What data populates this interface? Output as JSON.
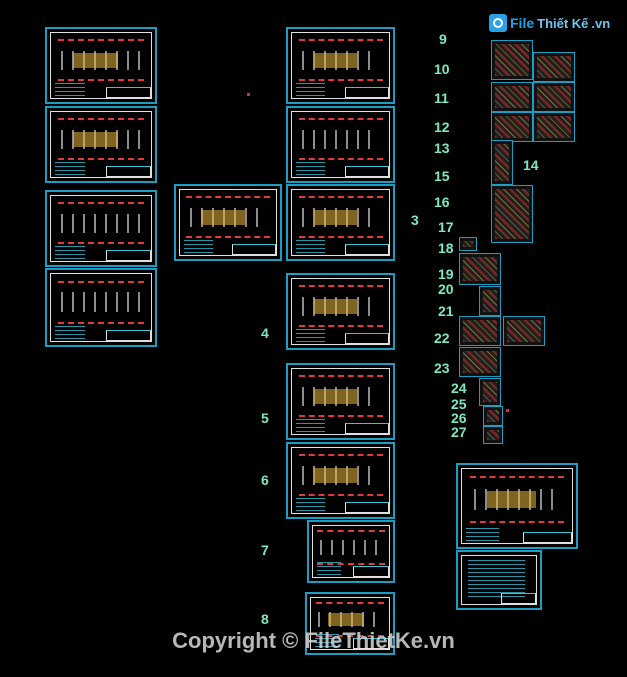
{
  "logo": {
    "part1": "File",
    "part2": "Thiết Kế",
    "part3": ".vn"
  },
  "watermark": "Copyright © FileThietKe.vn",
  "labels": {
    "n3": "3",
    "n4": "4",
    "n5": "5",
    "n6": "6",
    "n7": "7",
    "n8": "8",
    "n9": "9",
    "n10": "10",
    "n11": "11",
    "n12": "12",
    "n13": "13",
    "n14": "14",
    "n15": "15",
    "n16": "16",
    "n17": "17",
    "n18": "18",
    "n19": "19",
    "n20": "20",
    "n21": "21",
    "n22": "22",
    "n23": "23",
    "n24": "24",
    "n25": "25",
    "n26": "26",
    "n27": "27"
  },
  "colors": {
    "frame": "#1b9dc4",
    "label": "#7ee8c6",
    "dimension": "#e23a3a"
  }
}
